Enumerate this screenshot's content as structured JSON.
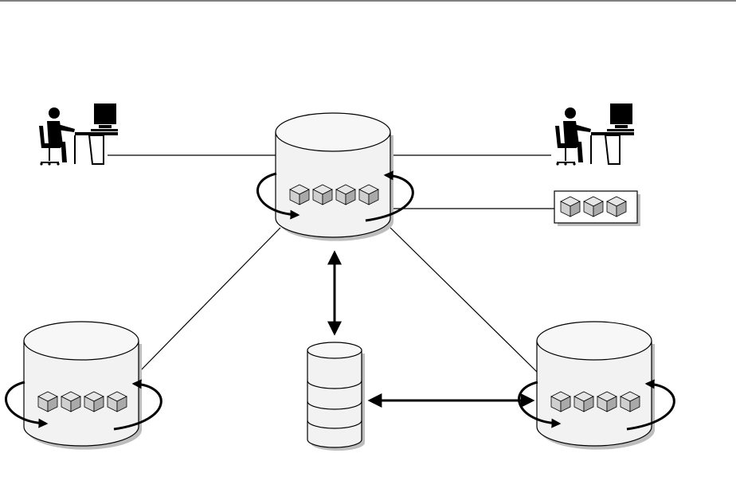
{
  "diagram": {
    "nodes": [
      {
        "id": "central-database",
        "kind": "database-cylinder",
        "cube_count": 4,
        "has_rotation_arrows": true
      },
      {
        "id": "left-database",
        "kind": "database-cylinder",
        "cube_count": 4,
        "has_rotation_arrows": true
      },
      {
        "id": "right-database",
        "kind": "database-cylinder",
        "cube_count": 4,
        "has_rotation_arrows": true
      },
      {
        "id": "storage-stack",
        "kind": "disk-stack",
        "disk_count": 4
      },
      {
        "id": "user-workstation-left",
        "kind": "user-at-computer"
      },
      {
        "id": "user-workstation-right",
        "kind": "user-at-computer"
      },
      {
        "id": "cube-group-box",
        "kind": "boxed-cubes",
        "cube_count": 3
      }
    ],
    "edges": [
      {
        "from": "user-workstation-left",
        "to": "central-database",
        "style": "line"
      },
      {
        "from": "user-workstation-right",
        "to": "central-database",
        "style": "line"
      },
      {
        "from": "central-database",
        "to": "cube-group-box",
        "style": "line"
      },
      {
        "from": "central-database",
        "to": "left-database",
        "style": "line"
      },
      {
        "from": "central-database",
        "to": "right-database",
        "style": "line"
      },
      {
        "from": "central-database",
        "to": "storage-stack",
        "style": "double-arrow"
      },
      {
        "from": "storage-stack",
        "to": "right-database",
        "style": "double-arrow"
      }
    ],
    "colors": {
      "stroke": "#000000",
      "cylinder_fill": "#f2f2f2",
      "cube_top": "#e6e6e6",
      "cube_left": "#cfcfcf",
      "cube_right": "#a9a9a9",
      "shadow": "#bdbdbd"
    }
  }
}
